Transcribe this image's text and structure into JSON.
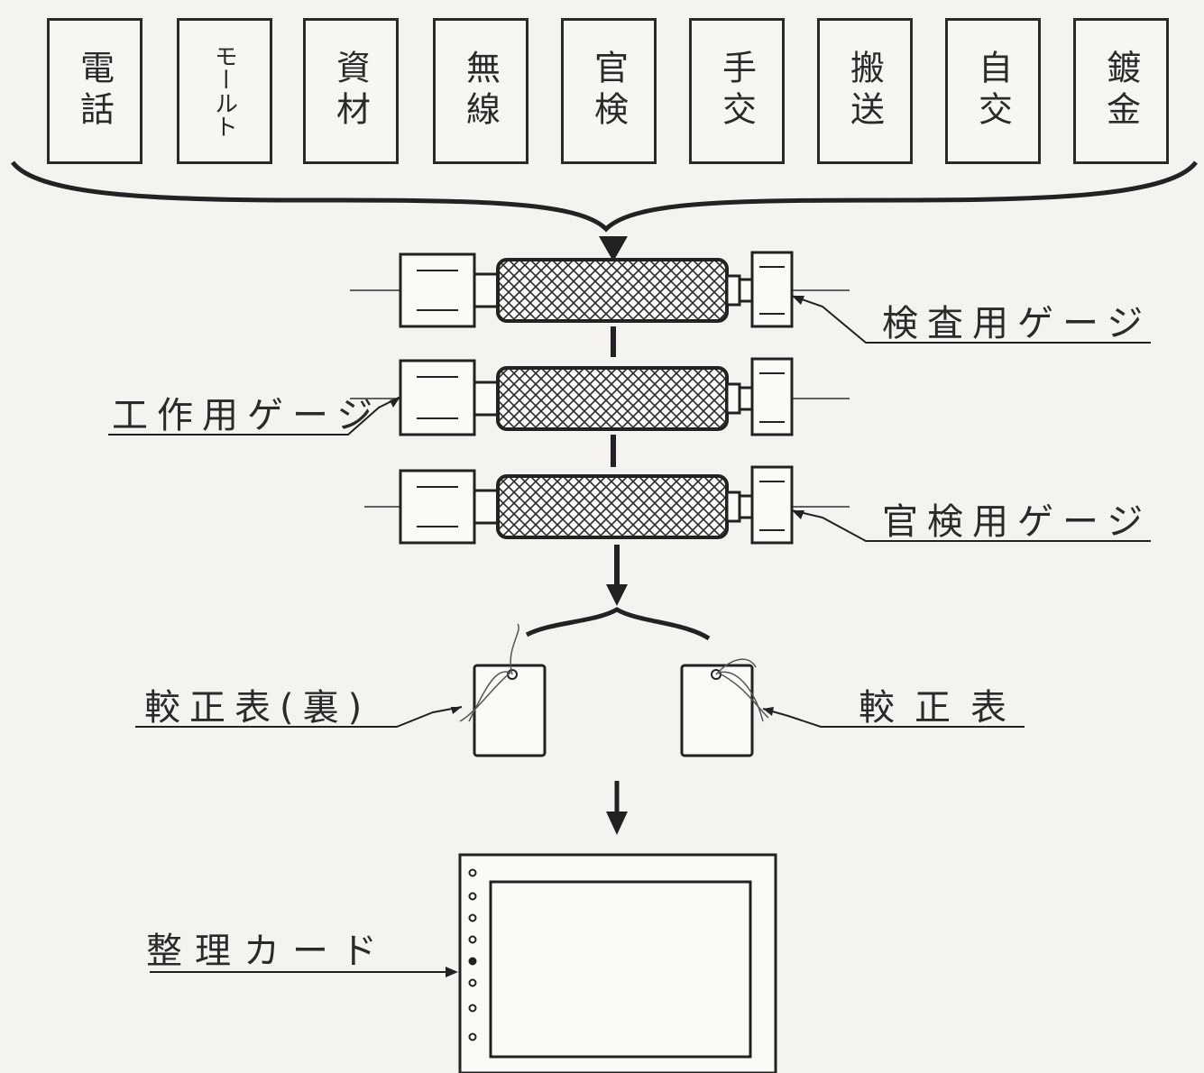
{
  "departments": [
    {
      "label": "電話"
    },
    {
      "label": "モールト"
    },
    {
      "label": "資材"
    },
    {
      "label": "無線"
    },
    {
      "label": "官検"
    },
    {
      "label": "手交"
    },
    {
      "label": "搬送"
    },
    {
      "label": "自交"
    },
    {
      "label": "鍍金"
    }
  ],
  "labels": {
    "inspection_gauge": "検査用ゲージ",
    "work_gauge": "工作用ゲージ",
    "official_gauge": "官検用ゲージ",
    "calibration_back": "較正表(裏)",
    "calibration": "較正表",
    "record_card": "整理カード"
  }
}
